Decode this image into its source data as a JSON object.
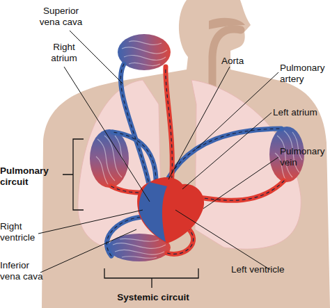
{
  "diagram": {
    "labels": [
      "Superior vena cava",
      "Right atrium",
      "Aorta",
      "Pulmonary artery",
      "Left atrium",
      "Pulmonary circuit",
      "Pulmonary vein",
      "Right ventricle",
      "Inferior vena cava",
      "Left ventricle",
      "Systemic circuit"
    ]
  }
}
